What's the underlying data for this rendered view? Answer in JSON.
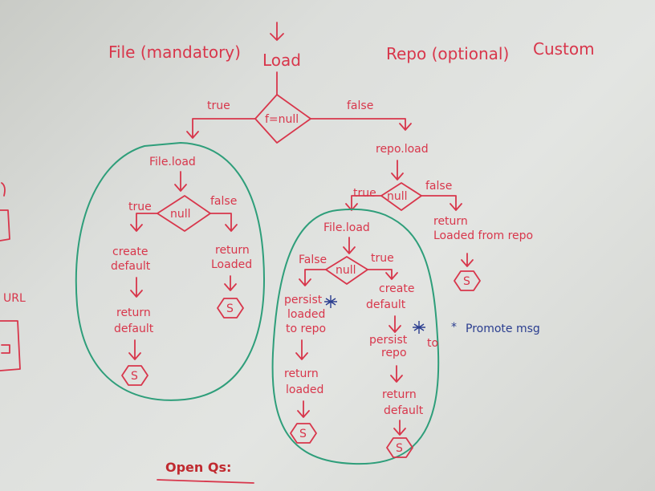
{
  "header": {
    "file_mandatory": "File (mandatory)",
    "load": "Load",
    "repo_optional": "Repo (optional)",
    "custom": "Custom"
  },
  "top": {
    "decision": "f=null",
    "true_label": "true",
    "false_label": "false"
  },
  "left_branch": {
    "file_load": "File.load",
    "decision": "null",
    "true_label": "true",
    "false_label": "false",
    "create_default_1": "create",
    "create_default_2": "default",
    "return_default_1": "return",
    "return_default_2": "default",
    "return_loaded_1": "return",
    "return_loaded_2": "Loaded",
    "stop_a": "S",
    "stop_b": "S"
  },
  "right_branch": {
    "repo_load": "repo.load",
    "decision": "null",
    "true_label": "true",
    "false_label": "false",
    "return_loaded_repo_1": "return",
    "return_loaded_repo_2": "Loaded from repo",
    "stop": "S"
  },
  "inner_branch": {
    "file_load": "File.load",
    "decision": "null",
    "false_label": "False",
    "true_label": "true",
    "persist_loaded_1": "persist",
    "persist_loaded_2": "loaded",
    "persist_loaded_3": "to repo",
    "return_loaded_1": "return",
    "return_loaded_2": "loaded",
    "create_default_1": "create",
    "create_default_2": "default",
    "persist_repo_1": "persist",
    "persist_repo_2": "repo",
    "persist_to": "to",
    "return_default_1": "return",
    "return_default_2": "default",
    "stop_a": "S",
    "stop_b": "S"
  },
  "note": {
    "star": "*",
    "promote": "Promote msg"
  },
  "footer": {
    "open_qs": "Open Qs:"
  },
  "edge_left": {
    "url": "URL"
  }
}
